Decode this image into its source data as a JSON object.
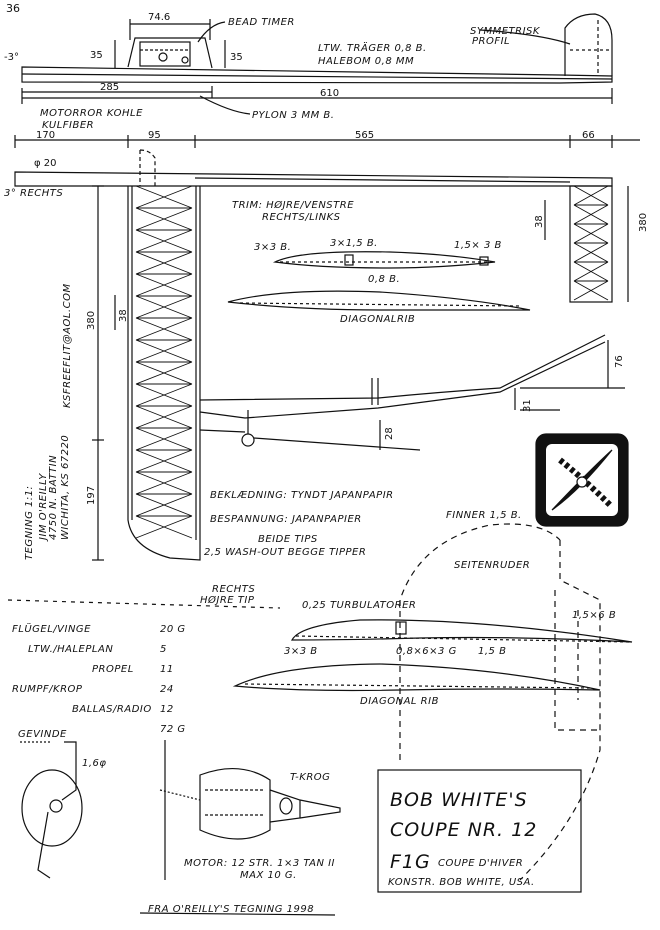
{
  "page_number": "36",
  "side_view": {
    "dims": {
      "timer_width": "74.6",
      "pylon_height_left": "35",
      "pylon_height_right": "35",
      "nose_to_pylon": "285",
      "fuselage_length": "610"
    },
    "angle": "-3°",
    "labels": {
      "bead_timer": "BEAD TIMER",
      "stab_mount": "LTW. TRÄGER 0,8 B.",
      "stab_tail": "HALEBOM 0,8 MM",
      "symmetric_1": "SYMMETRISK",
      "symmetric_2": "PROFIL",
      "motor_tube_1": "MOTORROR KOHLE",
      "motor_tube_2": "KULFIBER",
      "pylon": "PYLON 3 MM B."
    }
  },
  "top_view": {
    "dims": {
      "nose": "170",
      "wing_chord": "95",
      "tail_boom": "565",
      "stab_chord": "66",
      "tube_dia": "φ 20",
      "stab_span": "380",
      "stab_rib_spacing": "38"
    },
    "angle": "3° RECHTS",
    "trim_1": "TRIM: HØJRE/VENSTRE",
    "trim_2": "RECHTS/LINKS"
  },
  "stab_rib": {
    "spar": "3×1,5 B.",
    "le": "3×3 B.",
    "te": "1,5× 3 B",
    "skin": "0,8 B.",
    "diag": "DIAGONALRIB"
  },
  "wing": {
    "dims": {
      "half_span": "380",
      "rib_spacing": "38",
      "tip_panel": "197"
    },
    "drawing_1": "TEGNING 1:1:",
    "author_1": "JIM O'REILLY",
    "author_2": "4750 N. BATTIN",
    "author_3": "WICHITA, KS 67220",
    "email": "KSFREEFLIT@AOL.COM",
    "covering_dk": "BEKLÆDNING: TYNDT JAPANPAPIR",
    "covering_de": "BESPANNUNG: JAPANPAPIER",
    "tips_1": "BEIDE TIPS",
    "tips_2": "2,5 WASH-OUT BEGGE TIPPER",
    "tip_right": "RECHTS",
    "tip_right_dk": "HØJRE TIP"
  },
  "front_view": {
    "dihedral_1": "76",
    "dihedral_2": "31",
    "dihedral_3": "28"
  },
  "fin": {
    "title": "FINNER 1,5 B.",
    "rudder": "SEITENRUDER",
    "spar": "1,5×6 B"
  },
  "wing_rib": {
    "turb": "0,25 TURBULATORER",
    "le": "3×3 B",
    "spar": "0,8×6×3 G",
    "te": "1,5 B",
    "diag": "DIAGONAL RIB"
  },
  "weights": [
    {
      "item": "FLÜGEL/VINGE",
      "value": "20 G"
    },
    {
      "item": "LTW./HALEPLAN",
      "value": "5"
    },
    {
      "item": "PROPEL",
      "value": "11"
    },
    {
      "item": "RUMPF/KROP",
      "value": "24"
    },
    {
      "item": "BALLAS/RADIO",
      "value": "12"
    },
    {
      "item": "",
      "value": "72 G"
    }
  ],
  "prop": {
    "thread": "GEVINDE",
    "wire": "1,6φ",
    "hook": "T-KROG",
    "motor_1": "MOTOR: 12 STR. 1×3 TAN II",
    "motor_2": "MAX 10 G."
  },
  "title_box": {
    "line_1": "BOB WHITE'S",
    "line_2": "COUPE NR. 12",
    "class": "F1G",
    "class_sub": "COUPE D'HIVER",
    "designer": "KONSTR. BOB WHITE, USA."
  },
  "footer": "FRA O'REILLY'S TEGNING 1998"
}
